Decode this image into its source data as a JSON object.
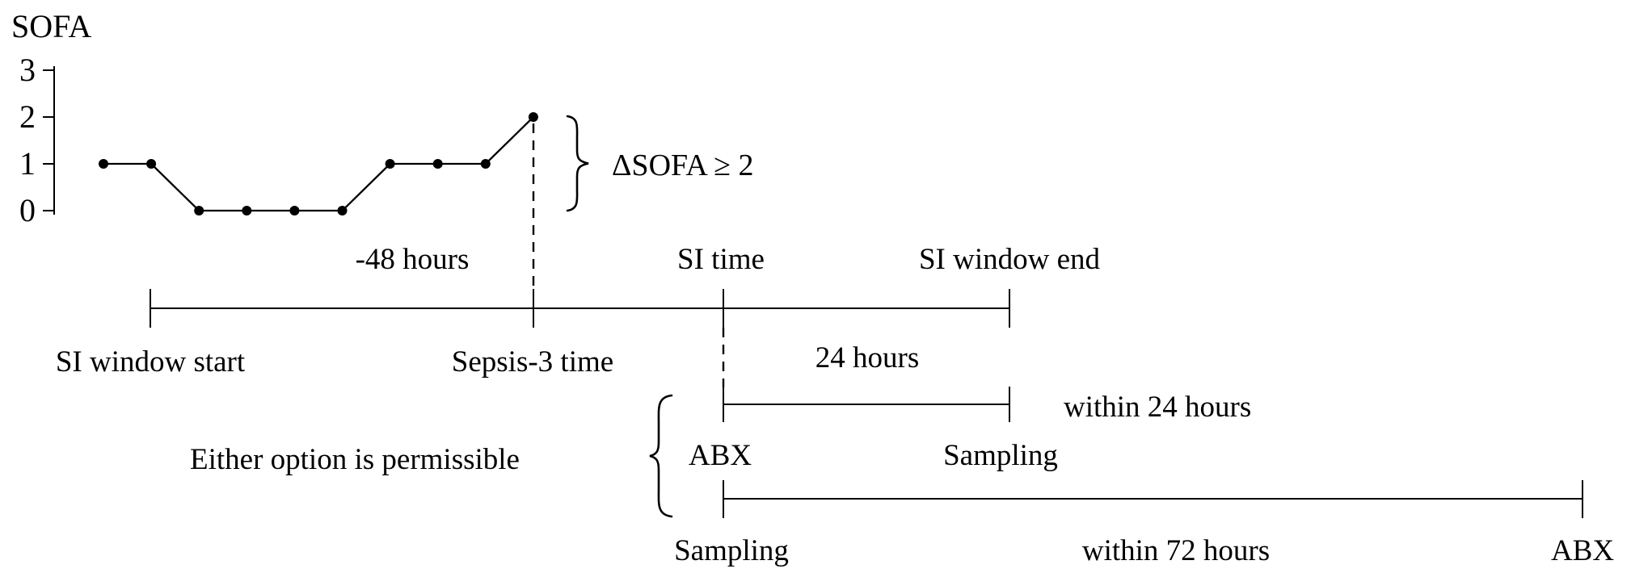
{
  "chart_data": {
    "type": "line",
    "title": "SOFA",
    "x": [
      0,
      1,
      2,
      3,
      4,
      5,
      6,
      7,
      8,
      9
    ],
    "values": [
      1,
      1,
      0,
      0,
      0,
      0,
      1,
      1,
      1,
      2
    ],
    "ylabel": "SOFA",
    "xlabel": "",
    "ylim": [
      0,
      3
    ],
    "yticks": [
      "3",
      "2",
      "1",
      "0"
    ],
    "grid": "off",
    "legend": "none",
    "annotation": "ΔSOFA ≥ 2"
  },
  "chart": {
    "ylabel": "SOFA",
    "tick_top": "3",
    "tick_2": "2",
    "tick_1": "1",
    "tick_0": "0",
    "delta_label": "ΔSOFA ≥ 2"
  },
  "timeline": {
    "above": {
      "minus48": "-48 hours",
      "si_time": "SI time",
      "si_window_end": "SI window end"
    },
    "below": {
      "si_window_start": "SI window start",
      "sepsis3_time": "Sepsis-3 time",
      "hours24": "24 hours"
    }
  },
  "options": {
    "note": "Either option is permissible",
    "option1": {
      "start_label": "ABX",
      "end_label": "Sampling",
      "duration_label": "within 24 hours"
    },
    "option2": {
      "start_label": "Sampling",
      "end_label": "ABX",
      "duration_label": "within 72 hours"
    }
  },
  "icons": {
    "brace_right": "curly-brace-pointing-right",
    "brace_left": "curly-brace-pointing-left"
  },
  "colors": {
    "ink": "#000000",
    "background": "#ffffff"
  }
}
